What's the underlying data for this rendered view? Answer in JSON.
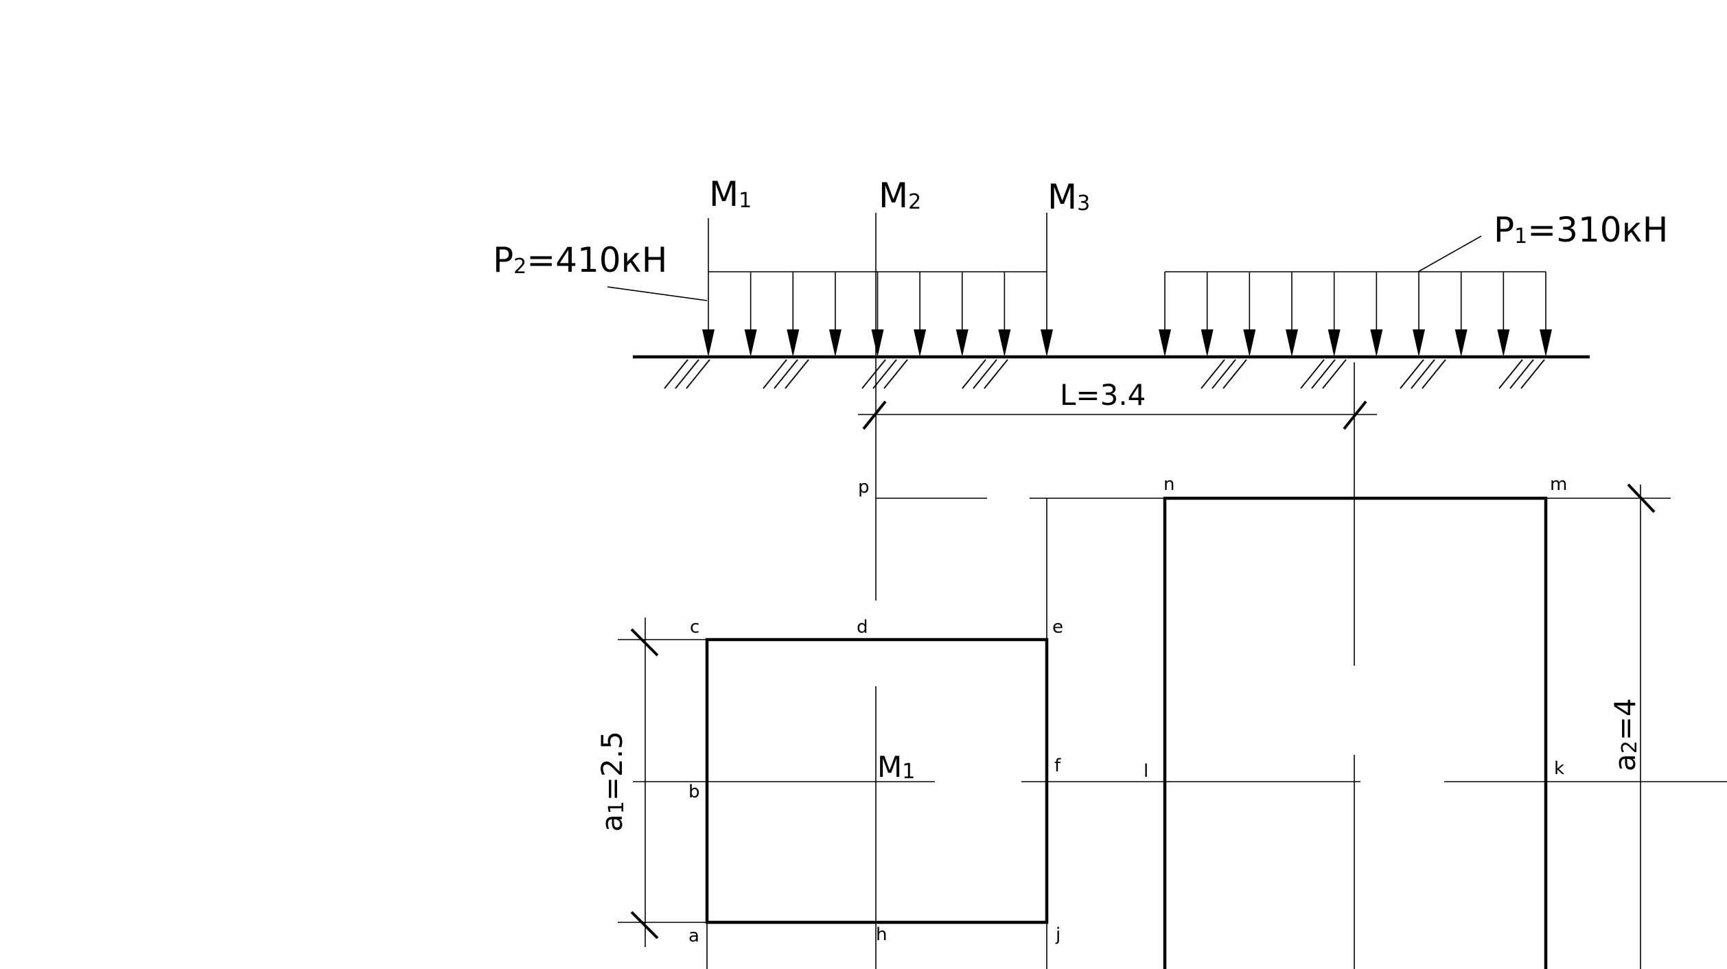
{
  "loads": {
    "p2": {
      "base": "P",
      "sub": "2",
      "value": "=410кН"
    },
    "p1": {
      "base": "P",
      "sub": "1",
      "value": "=310кН"
    }
  },
  "sections": {
    "m1": {
      "base": "M",
      "sub": "1"
    },
    "m2": {
      "base": "M",
      "sub": "2"
    },
    "m3": {
      "base": "M",
      "sub": "3"
    }
  },
  "dimensions": {
    "L": "L=3.4",
    "a1": {
      "base": "a",
      "sub": "1",
      "value": "=2.5"
    },
    "a2": {
      "base": "a",
      "sub": "2",
      "value": "=4"
    }
  },
  "plan_label_m1": {
    "base": "M",
    "sub": "1"
  },
  "points": {
    "p": "p",
    "n": "n",
    "m": "m",
    "c": "c",
    "d": "d",
    "e": "e",
    "b": "b",
    "f": "f",
    "l": "l",
    "k": "k",
    "a": "a",
    "h": "h",
    "j": "j"
  }
}
